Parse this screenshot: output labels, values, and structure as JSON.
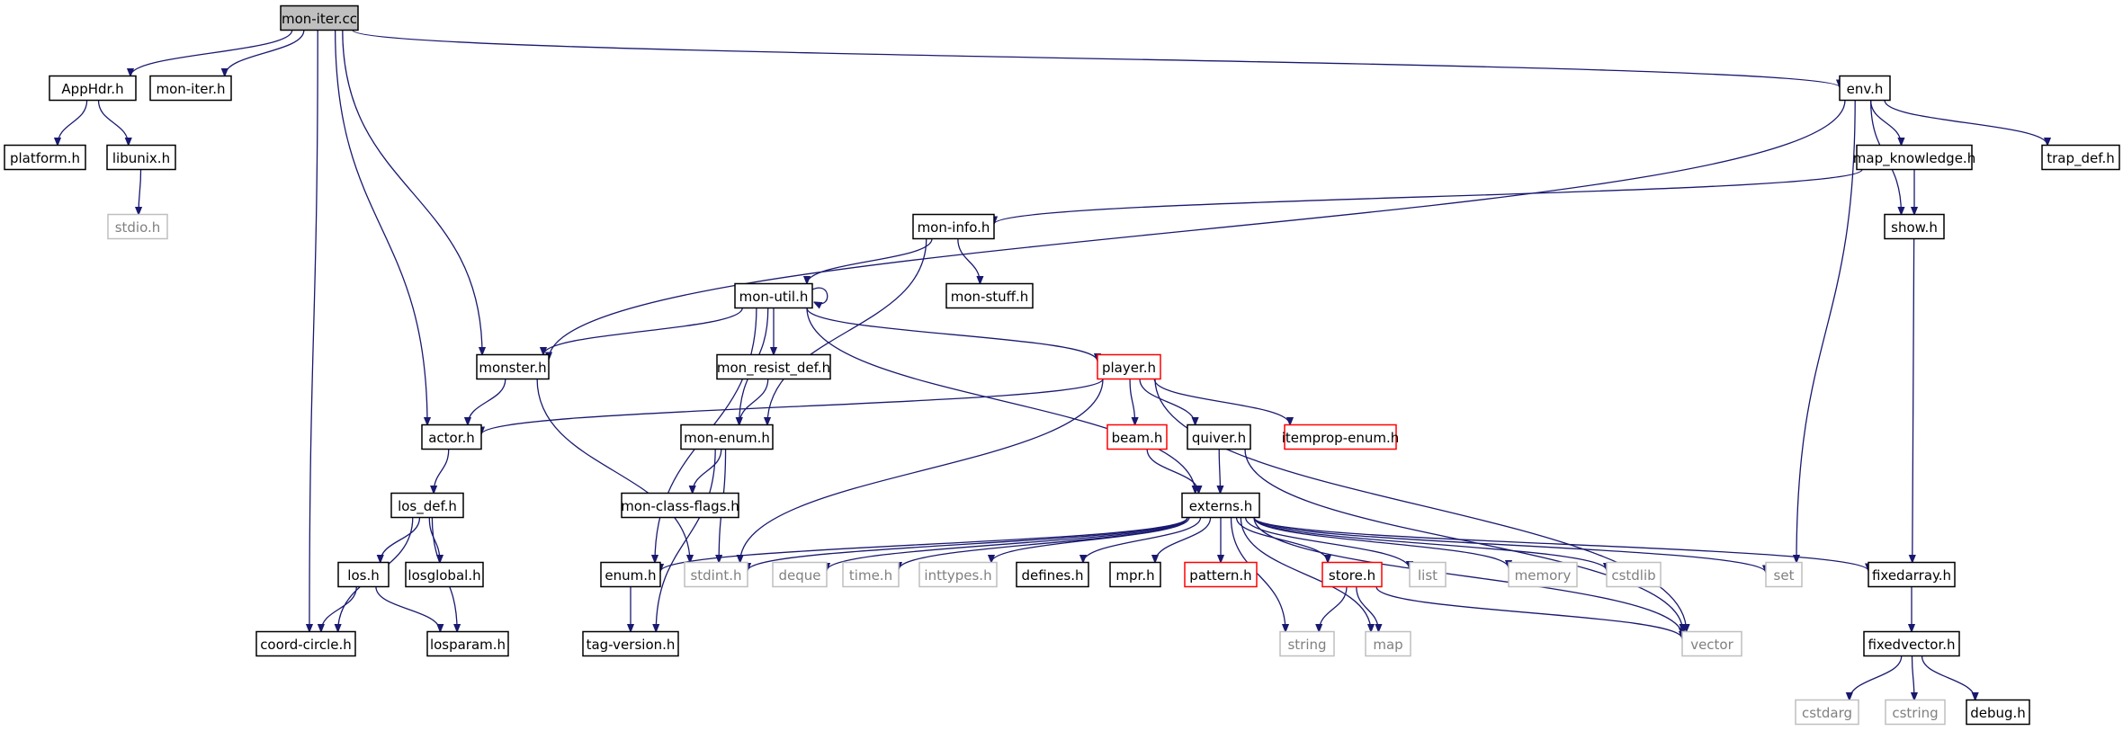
{
  "colors": {
    "edge": "#191970",
    "root_fill": "#bfbfbf",
    "node_border": "#000000",
    "external_border": "#bfbfbf",
    "external_text": "#808080",
    "truncated_border": "#ff0000"
  },
  "nodes": [
    {
      "id": "mon_iter_cc",
      "label": "mon-iter.cc",
      "kind": "root"
    },
    {
      "id": "apphdr_h",
      "label": "AppHdr.h",
      "kind": "normal"
    },
    {
      "id": "mon_iter_h",
      "label": "mon-iter.h",
      "kind": "normal"
    },
    {
      "id": "platform_h",
      "label": "platform.h",
      "kind": "normal"
    },
    {
      "id": "libunix_h",
      "label": "libunix.h",
      "kind": "normal"
    },
    {
      "id": "stdio_h",
      "label": "stdio.h",
      "kind": "external"
    },
    {
      "id": "env_h",
      "label": "env.h",
      "kind": "normal"
    },
    {
      "id": "map_knowledge_h",
      "label": "map_knowledge.h",
      "kind": "normal"
    },
    {
      "id": "trap_def_h",
      "label": "trap_def.h",
      "kind": "normal"
    },
    {
      "id": "show_h",
      "label": "show.h",
      "kind": "normal"
    },
    {
      "id": "mon_info_h",
      "label": "mon-info.h",
      "kind": "normal"
    },
    {
      "id": "mon_util_h",
      "label": "mon-util.h",
      "kind": "normal"
    },
    {
      "id": "mon_stuff_h",
      "label": "mon-stuff.h",
      "kind": "normal"
    },
    {
      "id": "monster_h",
      "label": "monster.h",
      "kind": "normal"
    },
    {
      "id": "mon_resist_def_h",
      "label": "mon_resist_def.h",
      "kind": "normal"
    },
    {
      "id": "player_h",
      "label": "player.h",
      "kind": "truncated"
    },
    {
      "id": "actor_h",
      "label": "actor.h",
      "kind": "normal"
    },
    {
      "id": "mon_enum_h",
      "label": "mon-enum.h",
      "kind": "normal"
    },
    {
      "id": "beam_h",
      "label": "beam.h",
      "kind": "truncated"
    },
    {
      "id": "quiver_h",
      "label": "quiver.h",
      "kind": "normal"
    },
    {
      "id": "itemprop_enum_h",
      "label": "itemprop-enum.h",
      "kind": "truncated"
    },
    {
      "id": "los_def_h",
      "label": "los_def.h",
      "kind": "normal"
    },
    {
      "id": "mon_class_flags_h",
      "label": "mon-class-flags.h",
      "kind": "normal"
    },
    {
      "id": "externs_h",
      "label": "externs.h",
      "kind": "normal"
    },
    {
      "id": "los_h",
      "label": "los.h",
      "kind": "normal"
    },
    {
      "id": "losglobal_h",
      "label": "losglobal.h",
      "kind": "normal"
    },
    {
      "id": "enum_h",
      "label": "enum.h",
      "kind": "normal"
    },
    {
      "id": "stdint_h",
      "label": "stdint.h",
      "kind": "external"
    },
    {
      "id": "deque",
      "label": "deque",
      "kind": "external"
    },
    {
      "id": "time_h",
      "label": "time.h",
      "kind": "external"
    },
    {
      "id": "inttypes_h",
      "label": "inttypes.h",
      "kind": "external"
    },
    {
      "id": "defines_h",
      "label": "defines.h",
      "kind": "normal"
    },
    {
      "id": "mpr_h",
      "label": "mpr.h",
      "kind": "normal"
    },
    {
      "id": "pattern_h",
      "label": "pattern.h",
      "kind": "truncated"
    },
    {
      "id": "store_h",
      "label": "store.h",
      "kind": "truncated"
    },
    {
      "id": "list",
      "label": "list",
      "kind": "external"
    },
    {
      "id": "memory",
      "label": "memory",
      "kind": "external"
    },
    {
      "id": "cstdlib",
      "label": "cstdlib",
      "kind": "external"
    },
    {
      "id": "set",
      "label": "set",
      "kind": "external"
    },
    {
      "id": "fixedarray_h",
      "label": "fixedarray.h",
      "kind": "normal"
    },
    {
      "id": "coord_circle_h",
      "label": "coord-circle.h",
      "kind": "normal"
    },
    {
      "id": "losparam_h",
      "label": "losparam.h",
      "kind": "normal"
    },
    {
      "id": "tag_version_h",
      "label": "tag-version.h",
      "kind": "normal"
    },
    {
      "id": "string",
      "label": "string",
      "kind": "external"
    },
    {
      "id": "map",
      "label": "map",
      "kind": "external"
    },
    {
      "id": "vector",
      "label": "vector",
      "kind": "external"
    },
    {
      "id": "fixedvector_h",
      "label": "fixedvector.h",
      "kind": "normal"
    },
    {
      "id": "cstdarg",
      "label": "cstdarg",
      "kind": "external"
    },
    {
      "id": "cstring",
      "label": "cstring",
      "kind": "external"
    },
    {
      "id": "debug_h",
      "label": "debug.h",
      "kind": "normal"
    }
  ],
  "edges": [
    [
      "mon_iter_cc",
      "apphdr_h"
    ],
    [
      "mon_iter_cc",
      "mon_iter_h"
    ],
    [
      "mon_iter_cc",
      "env_h"
    ],
    [
      "mon_iter_cc",
      "monster_h"
    ],
    [
      "mon_iter_cc",
      "actor_h"
    ],
    [
      "mon_iter_cc",
      "coord_circle_h"
    ],
    [
      "apphdr_h",
      "platform_h"
    ],
    [
      "apphdr_h",
      "libunix_h"
    ],
    [
      "libunix_h",
      "stdio_h"
    ],
    [
      "env_h",
      "monster_h"
    ],
    [
      "env_h",
      "map_knowledge_h"
    ],
    [
      "env_h",
      "trap_def_h"
    ],
    [
      "env_h",
      "show_h"
    ],
    [
      "env_h",
      "set"
    ],
    [
      "map_knowledge_h",
      "mon_info_h"
    ],
    [
      "map_knowledge_h",
      "show_h"
    ],
    [
      "show_h",
      "fixedarray_h"
    ],
    [
      "mon_info_h",
      "mon_util_h"
    ],
    [
      "mon_info_h",
      "mon_stuff_h"
    ],
    [
      "mon_info_h",
      "mon_enum_h"
    ],
    [
      "mon_util_h",
      "mon_util_h"
    ],
    [
      "mon_util_h",
      "monster_h"
    ],
    [
      "mon_util_h",
      "mon_resist_def_h"
    ],
    [
      "mon_util_h",
      "mon_enum_h"
    ],
    [
      "mon_util_h",
      "enum_h"
    ],
    [
      "mon_util_h",
      "externs_h"
    ],
    [
      "mon_util_h",
      "player_h"
    ],
    [
      "monster_h",
      "actor_h"
    ],
    [
      "monster_h",
      "stdint_h"
    ],
    [
      "mon_resist_def_h",
      "mon_enum_h"
    ],
    [
      "player_h",
      "actor_h"
    ],
    [
      "player_h",
      "beam_h"
    ],
    [
      "player_h",
      "quiver_h"
    ],
    [
      "player_h",
      "itemprop_enum_h"
    ],
    [
      "player_h",
      "stdint_h"
    ],
    [
      "player_h",
      "vector"
    ],
    [
      "beam_h",
      "externs_h"
    ],
    [
      "quiver_h",
      "externs_h"
    ],
    [
      "quiver_h",
      "vector"
    ],
    [
      "actor_h",
      "los_def_h"
    ],
    [
      "mon_enum_h",
      "mon_class_flags_h"
    ],
    [
      "mon_enum_h",
      "stdint_h"
    ],
    [
      "mon_enum_h",
      "tag_version_h"
    ],
    [
      "los_def_h",
      "los_h"
    ],
    [
      "los_def_h",
      "losglobal_h"
    ],
    [
      "los_def_h",
      "coord_circle_h"
    ],
    [
      "los_def_h",
      "losparam_h"
    ],
    [
      "los_h",
      "coord_circle_h"
    ],
    [
      "los_h",
      "losparam_h"
    ],
    [
      "externs_h",
      "enum_h"
    ],
    [
      "externs_h",
      "stdint_h"
    ],
    [
      "externs_h",
      "deque"
    ],
    [
      "externs_h",
      "time_h"
    ],
    [
      "externs_h",
      "inttypes_h"
    ],
    [
      "externs_h",
      "defines_h"
    ],
    [
      "externs_h",
      "mpr_h"
    ],
    [
      "externs_h",
      "pattern_h"
    ],
    [
      "externs_h",
      "store_h"
    ],
    [
      "externs_h",
      "string"
    ],
    [
      "externs_h",
      "map"
    ],
    [
      "externs_h",
      "list"
    ],
    [
      "externs_h",
      "memory"
    ],
    [
      "externs_h",
      "cstdlib"
    ],
    [
      "externs_h",
      "set"
    ],
    [
      "externs_h",
      "fixedarray_h"
    ],
    [
      "externs_h",
      "vector"
    ],
    [
      "enum_h",
      "tag_version_h"
    ],
    [
      "store_h",
      "string"
    ],
    [
      "store_h",
      "map"
    ],
    [
      "store_h",
      "vector"
    ],
    [
      "fixedarray_h",
      "fixedvector_h"
    ],
    [
      "fixedvector_h",
      "cstdarg"
    ],
    [
      "fixedvector_h",
      "cstring"
    ],
    [
      "fixedvector_h",
      "debug_h"
    ]
  ]
}
